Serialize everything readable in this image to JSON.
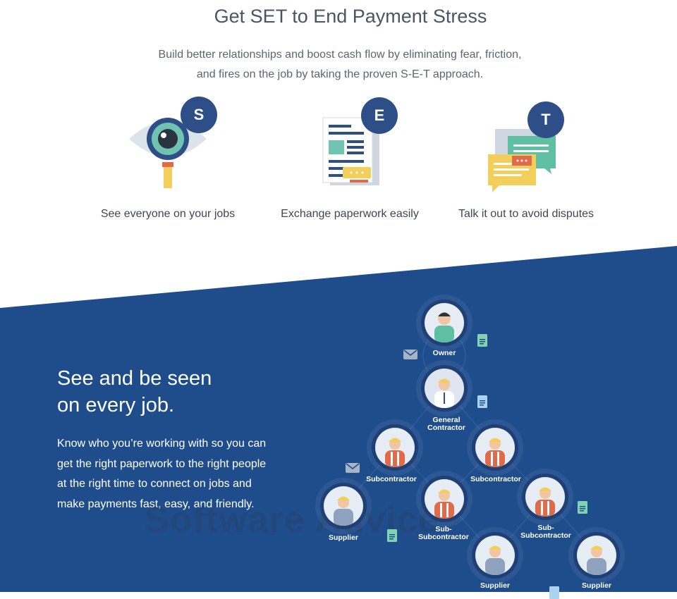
{
  "header": {
    "title": "Get SET to End Payment Stress",
    "subtitle_line1": "Build better relationships and boost cash flow by eliminating fear, friction,",
    "subtitle_line2": "and fires on the job by taking the proven S-E-T approach."
  },
  "features": [
    {
      "letter": "S",
      "caption": "See everyone on your jobs",
      "icon": "magnifier-eye-icon"
    },
    {
      "letter": "E",
      "caption": "Exchange paperwork easily",
      "icon": "documents-icon"
    },
    {
      "letter": "T",
      "caption": "Talk it out to avoid disputes",
      "icon": "chat-bubbles-icon"
    }
  ],
  "section": {
    "headline_line1": "See and be seen",
    "headline_line2": "on every job.",
    "paragraph_lines": [
      "Know who you’re working with so you can",
      "get the right paperwork to the right people",
      "at the right time to connect on jobs and",
      "make payments fast, easy, and friendly."
    ]
  },
  "network": {
    "nodes": [
      {
        "id": "owner",
        "label": "Owner"
      },
      {
        "id": "gc",
        "label_line1": "General",
        "label_line2": "Contractor"
      },
      {
        "id": "sub-left",
        "label": "Subcontractor"
      },
      {
        "id": "sub-right",
        "label": "Subcontractor"
      },
      {
        "id": "supplier-left",
        "label": "Supplier"
      },
      {
        "id": "subsub-mid",
        "label_line1": "Sub-",
        "label_line2": "Subcontractor"
      },
      {
        "id": "subsub-right",
        "label_line1": "Sub-",
        "label_line2": "Subcontractor"
      },
      {
        "id": "supplier-mid",
        "label": "Supplier"
      },
      {
        "id": "supplier-right",
        "label": "Supplier"
      }
    ]
  },
  "watermark": "Software Advice",
  "colors": {
    "band": "#1f4d8c",
    "badge": "#2d4e86",
    "title_text": "#4a5563",
    "doc_green": "#7fd3b0",
    "doc_blue": "#a9d3f0"
  }
}
